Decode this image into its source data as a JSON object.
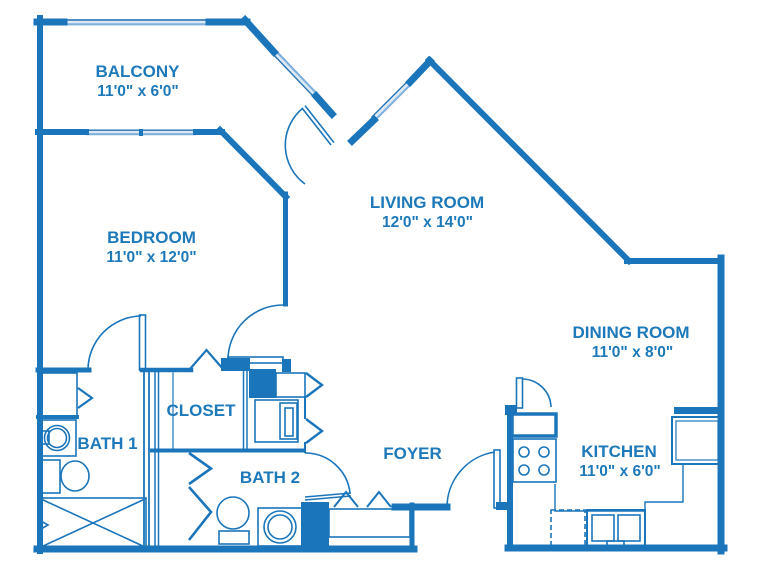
{
  "plan": {
    "type": "apartment-floor-plan",
    "colors": {
      "wall": "#1b75bb",
      "window_light": "#dce9f5",
      "window_edge_dark": "#2470b0",
      "window_edge_light": "#7fafdc",
      "label_text": "#1d79ba",
      "background": "#ffffff"
    }
  },
  "rooms": [
    {
      "id": "balcony",
      "name": "BALCONY",
      "dims": "11'0\" x 6'0\""
    },
    {
      "id": "bedroom",
      "name": "BEDROOM",
      "dims": "11'0\" x 12'0\""
    },
    {
      "id": "living-room",
      "name": "LIVING ROOM",
      "dims": "12'0\" x 14'0\""
    },
    {
      "id": "dining-room",
      "name": "DINING ROOM",
      "dims": "11'0\" x 8'0\""
    },
    {
      "id": "closet",
      "name": "CLOSET",
      "dims": ""
    },
    {
      "id": "bath-1",
      "name": "BATH 1",
      "dims": ""
    },
    {
      "id": "bath-2",
      "name": "BATH 2",
      "dims": ""
    },
    {
      "id": "foyer",
      "name": "FOYER",
      "dims": ""
    },
    {
      "id": "kitchen",
      "name": "KITCHEN",
      "dims": "11'0\" x 6'0\""
    }
  ],
  "fixtures": [
    "bath1-linen-closet",
    "bath1-sink",
    "bath1-toilet",
    "bath1-shower",
    "bath2-vanity",
    "bath2-toilet",
    "bath2-washer",
    "linen-bifold-doors",
    "laundry-bifold-doors",
    "coat-closet-bifold-doors",
    "kitchen-pantry",
    "kitchen-stove-4-burner",
    "kitchen-counter",
    "kitchen-refrigerator",
    "kitchen-double-sink",
    "kitchen-dishwasher"
  ]
}
